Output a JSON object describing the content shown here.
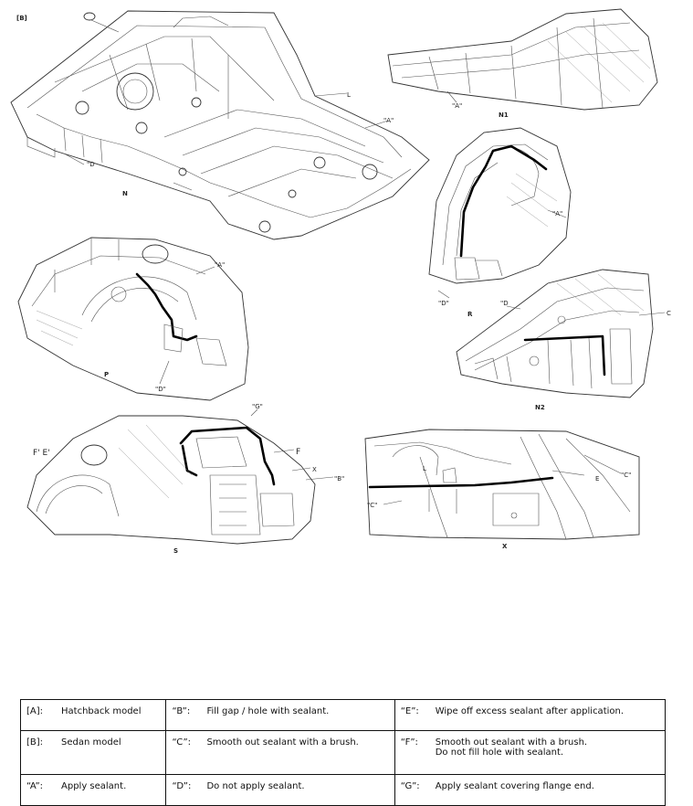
{
  "labels": {
    "top_tag": "[B]",
    "n": "N",
    "n1": "N1",
    "n2": "N2",
    "p": "P",
    "r": "R",
    "s": "S",
    "x": "X",
    "l_a": "L",
    "l_b": "L",
    "e": "E",
    "f": "F",
    "f_e": "F' E'",
    "d_n": "\"D",
    "d_n2": "\"D",
    "d_p": "\"D\"",
    "d_r": "\"D\"",
    "a_n": "\"A\"",
    "a_n1": "\"A\"",
    "a_p": "\"A\"",
    "a_r": "\"A\"",
    "c_n2": "C",
    "c_x1": "\"C\"",
    "c_x2": "\"C\"",
    "g_s": "\"G\"",
    "x_s": "X",
    "b_s": "\"B\""
  },
  "legend": {
    "rows": [
      [
        {
          "key": "[A]:",
          "text": "Hatchback model"
        },
        {
          "key": "“B”:",
          "text": "Fill gap / hole with sealant."
        },
        {
          "key": "“E”:",
          "text": "Wipe off excess sealant after application."
        }
      ],
      [
        {
          "key": "[B]:",
          "text": "Sedan model"
        },
        {
          "key": "“C”:",
          "text": "Smooth out sealant with a brush."
        },
        {
          "key": "“F”:",
          "text": "Smooth out sealant with a brush.",
          "text2": "Do not fill hole with sealant."
        }
      ],
      [
        {
          "key": "“A”:",
          "text": "Apply sealant."
        },
        {
          "key": "“D”:",
          "text": "Do not apply sealant."
        },
        {
          "key": "“G”:",
          "text": "Apply sealant covering flange end."
        }
      ]
    ]
  }
}
